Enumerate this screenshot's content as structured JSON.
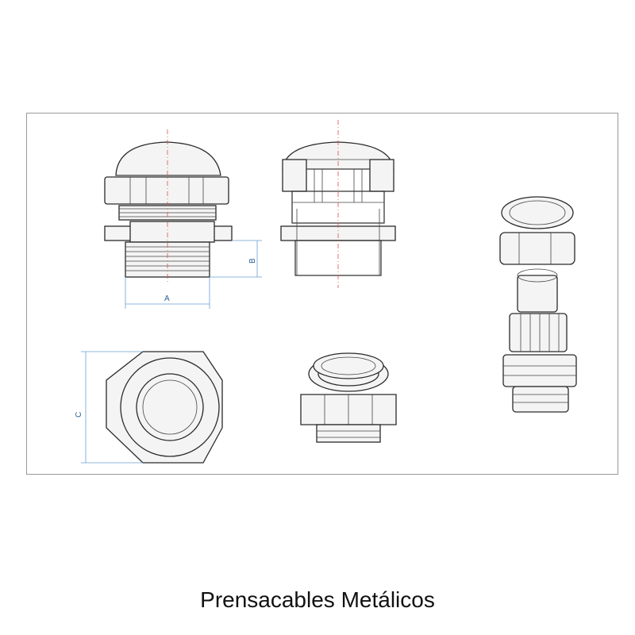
{
  "caption": "Prensacables Metálicos",
  "dimensions": {
    "a": "A",
    "b": "B",
    "c": "C"
  },
  "colors": {
    "outline": "#2a2a2a",
    "centerline": "#e05050",
    "dimension": "#6a9fd0"
  }
}
